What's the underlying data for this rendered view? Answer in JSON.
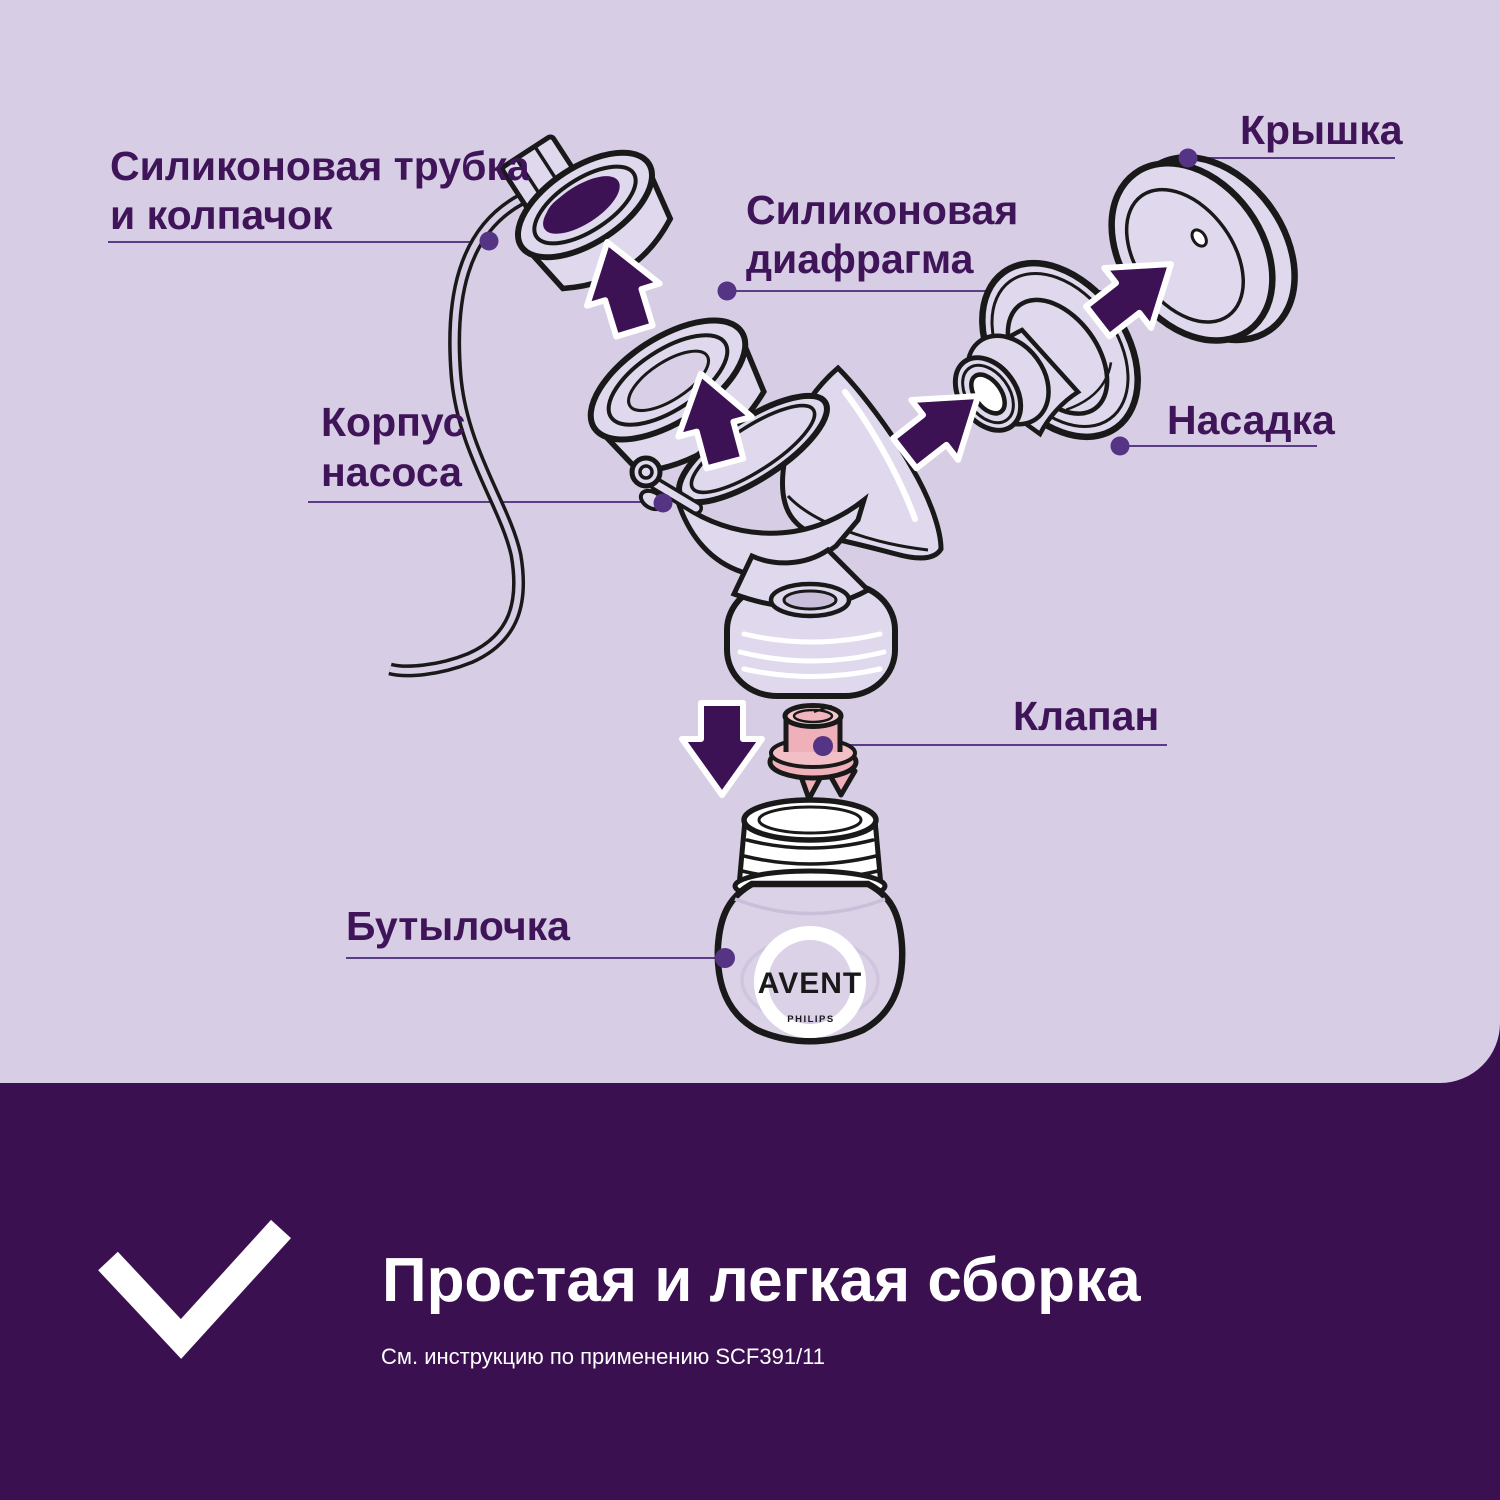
{
  "colors": {
    "background_light": "#d7cde4",
    "background_dark": "#3b1051",
    "accent_purple": "#3c1254",
    "label_text": "#401458",
    "connector_purple": "#5b3d87",
    "valve_pink": "#efb0ba",
    "outline_black": "#191919",
    "white": "#ffffff"
  },
  "labels": {
    "tube_line1": "Силиконовая трубка",
    "tube_line2": "и колпачок",
    "lid": "Крышка",
    "diaphragm_line1": "Силиконовая",
    "diaphragm_line2": "диафрагма",
    "pump_body_line1": "Корпус",
    "pump_body_line2": "насоса",
    "nozzle": "Насадка",
    "valve": "Клапан",
    "bottle": "Бутылочка"
  },
  "bottle_logo": {
    "brand": "AVENT",
    "maker": "PHILIPS"
  },
  "icons": {
    "footer_check": "checkmark"
  },
  "footer": {
    "headline": "Простая и легкая сборка",
    "note": "См. инструкцию по применению SCF391/11"
  }
}
